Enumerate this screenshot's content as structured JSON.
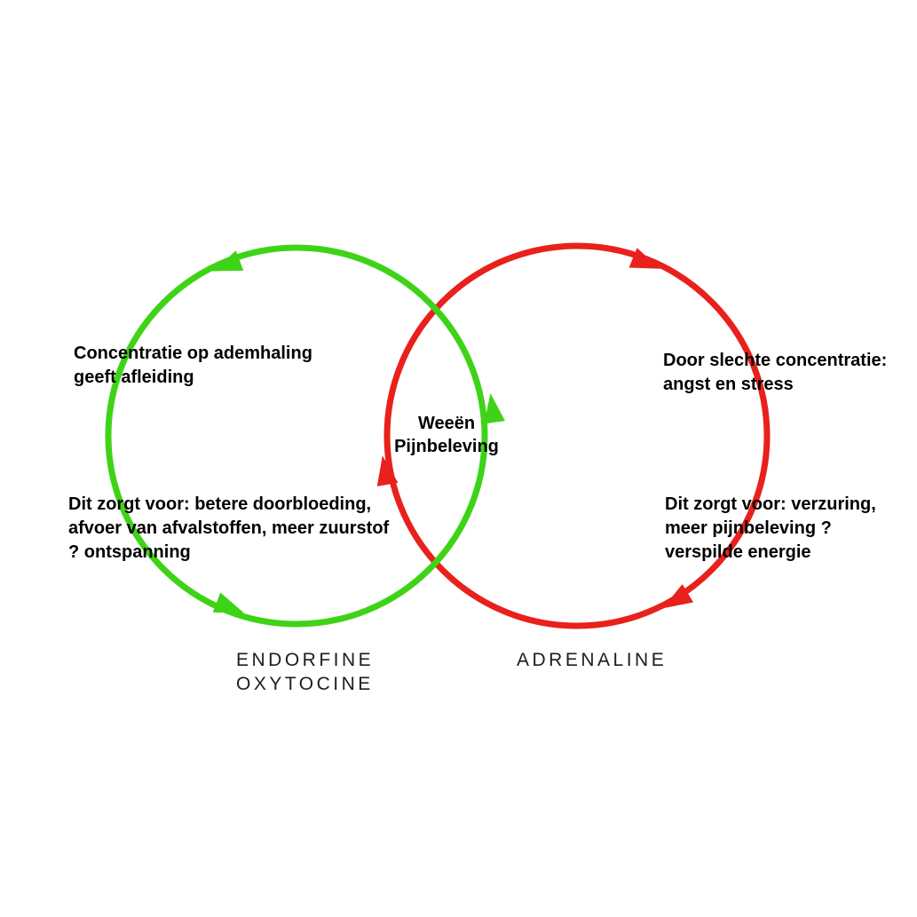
{
  "colors": {
    "green": "#3fd318",
    "red": "#e8211c",
    "text": "#000000",
    "label": "#1d1d1b",
    "background": "#ffffff"
  },
  "center": {
    "text": "Weeën\nPijnbeleving"
  },
  "left_cycle": {
    "top_text": "Concentratie op ademhaling\ngeeft afleiding",
    "bottom_text": "Dit zorgt voor: betere doorbloeding,\nafvoer van afvalstoffen, meer zuurstof\n? ontspanning",
    "label": "ENDORFINE\nOXYTOCINE"
  },
  "right_cycle": {
    "top_text": "Door slechte concentratie:\nangst en stress",
    "bottom_text": "Dit zorgt voor: verzuring,\nmeer pijnbeleving ?\nverspilde energie",
    "label": "ADRENALINE"
  }
}
